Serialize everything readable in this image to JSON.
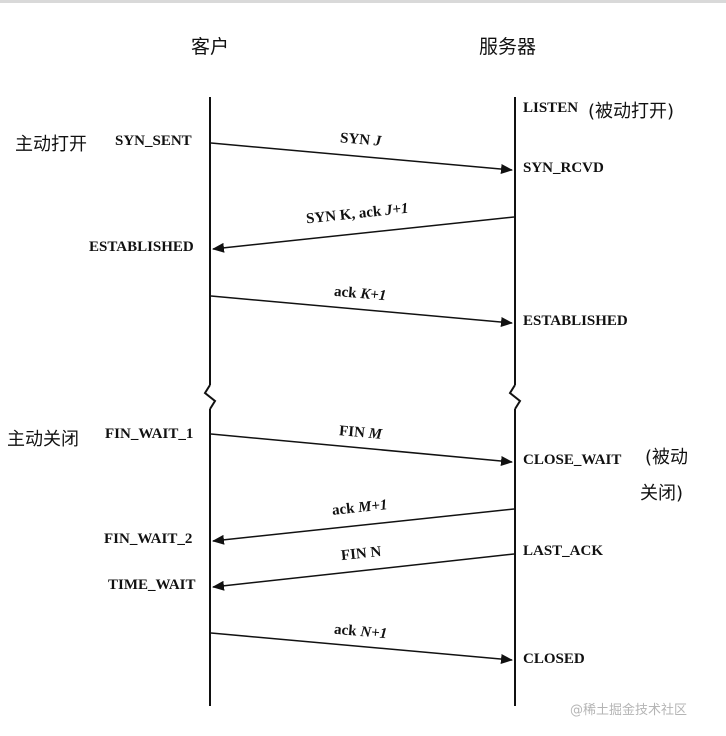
{
  "columns": {
    "client": "客户",
    "server": "服务器"
  },
  "client_annotations": {
    "active_open": "主动打开",
    "active_close": "主动关闭"
  },
  "server_annotations": {
    "passive_open": "(被动打开)",
    "passive_close_line1": "(被动",
    "passive_close_line2": "关闭)"
  },
  "client_states": {
    "syn_sent": "SYN_SENT",
    "established": "ESTABLISHED",
    "fin_wait_1": "FIN_WAIT_1",
    "fin_wait_2": "FIN_WAIT_2",
    "time_wait": "TIME_WAIT"
  },
  "server_states": {
    "listen": "LISTEN",
    "syn_rcvd": "SYN_RCVD",
    "established": "ESTABLISHED",
    "close_wait": "CLOSE_WAIT",
    "last_ack": "LAST_ACK",
    "closed": "CLOSED"
  },
  "messages": {
    "syn_j": {
      "prefix": "SYN ",
      "var": "J",
      "suffix": ""
    },
    "syn_k_ack": {
      "prefix": "SYN K, ack ",
      "var": "J+1",
      "suffix": ""
    },
    "ack_k": {
      "prefix": "ack ",
      "var": "K+1",
      "suffix": ""
    },
    "fin_m": {
      "prefix": "FIN ",
      "var": "M",
      "suffix": ""
    },
    "ack_m": {
      "prefix": "ack ",
      "var": "M+1",
      "suffix": ""
    },
    "fin_n": {
      "prefix": "FIN N",
      "var": "",
      "suffix": ""
    },
    "ack_n": {
      "prefix": "ack ",
      "var": "N+1",
      "suffix": ""
    }
  },
  "watermark": "@稀土掘金技术社区"
}
